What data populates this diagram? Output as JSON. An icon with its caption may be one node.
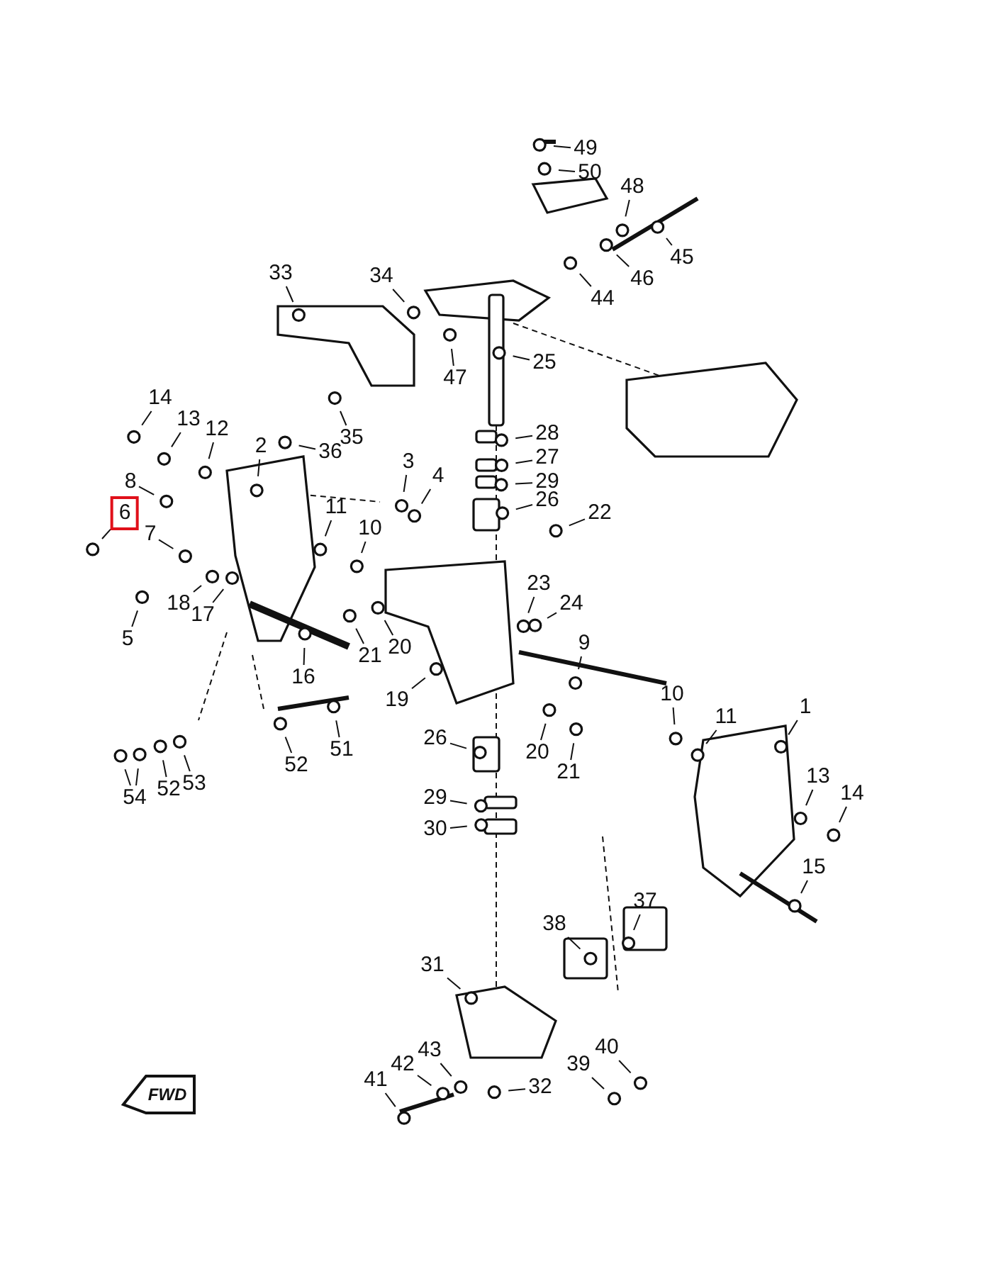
{
  "diagram": {
    "nodes": [
      {
        "text": [
          "49"
        ]
      },
      {
        "text": [
          "50"
        ]
      },
      {
        "text": [
          "48"
        ]
      },
      {
        "text": [
          "45"
        ]
      },
      {
        "text": [
          "46"
        ]
      },
      {
        "text": [
          "44"
        ]
      },
      {
        "text": [
          "33"
        ]
      },
      {
        "text": [
          "34"
        ]
      },
      {
        "text": [
          "25"
        ]
      },
      {
        "text": [
          "47"
        ]
      },
      {
        "text": [
          "14"
        ]
      },
      {
        "text": [
          "13"
        ]
      },
      {
        "text": [
          "12"
        ]
      },
      {
        "text": [
          "35"
        ]
      },
      {
        "text": [
          "36"
        ]
      },
      {
        "text": [
          "28"
        ]
      },
      {
        "text": [
          "27"
        ]
      },
      {
        "text": [
          "29"
        ]
      },
      {
        "text": [
          "26"
        ]
      },
      {
        "text": [
          "2"
        ]
      },
      {
        "text": [
          "3"
        ]
      },
      {
        "text": [
          "4"
        ]
      },
      {
        "text": [
          "8"
        ]
      },
      {
        "text": [
          "6"
        ]
      },
      {
        "text": [
          "7"
        ]
      },
      {
        "text": [
          "11"
        ]
      },
      {
        "text": [
          "22"
        ]
      },
      {
        "text": [
          "10"
        ]
      },
      {
        "text": [
          "18"
        ]
      },
      {
        "text": [
          "17"
        ]
      },
      {
        "text": [
          "5"
        ]
      },
      {
        "text": [
          "23"
        ]
      },
      {
        "text": [
          "24"
        ]
      },
      {
        "text": [
          "9"
        ]
      },
      {
        "text": [
          "16"
        ]
      },
      {
        "text": [
          "21"
        ]
      },
      {
        "text": [
          "20"
        ]
      },
      {
        "text": [
          "19"
        ]
      },
      {
        "text": [
          "10"
        ]
      },
      {
        "text": [
          "11"
        ]
      },
      {
        "text": [
          "1"
        ]
      },
      {
        "text": [
          "51"
        ]
      },
      {
        "text": [
          "26"
        ]
      },
      {
        "text": [
          "20"
        ]
      },
      {
        "text": [
          "21"
        ]
      },
      {
        "text": [
          "13"
        ]
      },
      {
        "text": [
          "14"
        ]
      },
      {
        "text": [
          "52"
        ]
      },
      {
        "text": [
          "54"
        ]
      },
      {
        "text": [
          "52"
        ]
      },
      {
        "text": [
          "53"
        ]
      },
      {
        "text": [
          "29"
        ]
      },
      {
        "text": [
          "30"
        ]
      },
      {
        "text": [
          "15"
        ]
      },
      {
        "text": [
          "37"
        ]
      },
      {
        "text": [
          "38"
        ]
      },
      {
        "text": [
          "31"
        ]
      },
      {
        "text": [
          "43"
        ]
      },
      {
        "text": [
          "42"
        ]
      },
      {
        "text": [
          "40"
        ]
      },
      {
        "text": [
          "39"
        ]
      },
      {
        "text": [
          "41"
        ]
      },
      {
        "text": [
          "32"
        ]
      }
    ],
    "edges": [
      {
        "from": 0,
        "to": null,
        "arrow": "none"
      },
      {
        "from": 1,
        "to": null,
        "arrow": "none"
      },
      {
        "from": 2,
        "to": null,
        "arrow": "none"
      },
      {
        "from": 3,
        "to": null,
        "arrow": "none"
      },
      {
        "from": 4,
        "to": null,
        "arrow": "none"
      },
      {
        "from": 5,
        "to": null,
        "arrow": "none"
      },
      {
        "from": 6,
        "to": null,
        "arrow": "none"
      },
      {
        "from": 7,
        "to": null,
        "arrow": "none"
      },
      {
        "from": 8,
        "to": null,
        "arrow": "none"
      },
      {
        "from": 9,
        "to": null,
        "arrow": "none"
      },
      {
        "from": 10,
        "to": null,
        "arrow": "none"
      },
      {
        "from": 11,
        "to": null,
        "arrow": "none"
      },
      {
        "from": 12,
        "to": null,
        "arrow": "none"
      },
      {
        "from": 13,
        "to": null,
        "arrow": "none"
      },
      {
        "from": 14,
        "to": null,
        "arrow": "none"
      },
      {
        "from": 15,
        "to": null,
        "arrow": "none"
      },
      {
        "from": 16,
        "to": null,
        "arrow": "none"
      },
      {
        "from": 17,
        "to": null,
        "arrow": "none"
      },
      {
        "from": 18,
        "to": null,
        "arrow": "none"
      },
      {
        "from": 19,
        "to": null,
        "arrow": "none"
      },
      {
        "from": 20,
        "to": null,
        "arrow": "none"
      },
      {
        "from": 21,
        "to": null,
        "arrow": "none"
      },
      {
        "from": 22,
        "to": null,
        "arrow": "none"
      },
      {
        "from": 23,
        "to": null,
        "arrow": "none"
      },
      {
        "from": 24,
        "to": null,
        "arrow": "none"
      },
      {
        "from": 25,
        "to": null,
        "arrow": "none"
      },
      {
        "from": 26,
        "to": null,
        "arrow": "none"
      },
      {
        "from": 27,
        "to": null,
        "arrow": "none"
      },
      {
        "from": 28,
        "to": null,
        "arrow": "none"
      },
      {
        "from": 29,
        "to": null,
        "arrow": "none"
      },
      {
        "from": 30,
        "to": null,
        "arrow": "none"
      },
      {
        "from": 31,
        "to": null,
        "arrow": "none"
      },
      {
        "from": 32,
        "to": null,
        "arrow": "none"
      },
      {
        "from": 33,
        "to": null,
        "arrow": "none"
      },
      {
        "from": 34,
        "to": null,
        "arrow": "none"
      },
      {
        "from": 35,
        "to": null,
        "arrow": "none"
      },
      {
        "from": 36,
        "to": null,
        "arrow": "none"
      },
      {
        "from": 37,
        "to": null,
        "arrow": "none"
      },
      {
        "from": 38,
        "to": null,
        "arrow": "none"
      },
      {
        "from": 39,
        "to": null,
        "arrow": "none"
      },
      {
        "from": 40,
        "to": null,
        "arrow": "none"
      },
      {
        "from": 41,
        "to": null,
        "arrow": "none"
      },
      {
        "from": 42,
        "to": null,
        "arrow": "none"
      },
      {
        "from": 43,
        "to": null,
        "arrow": "none"
      },
      {
        "from": 44,
        "to": null,
        "arrow": "none"
      },
      {
        "from": 45,
        "to": null,
        "arrow": "none"
      },
      {
        "from": 46,
        "to": null,
        "arrow": "none"
      },
      {
        "from": 47,
        "to": null,
        "arrow": "none"
      },
      {
        "from": 48,
        "to": null,
        "arrow": "none"
      },
      {
        "from": 48,
        "to": null,
        "arrow": "none"
      },
      {
        "from": 49,
        "to": null,
        "arrow": "none"
      },
      {
        "from": 50,
        "to": null,
        "arrow": "none"
      },
      {
        "from": 51,
        "to": null,
        "arrow": "none"
      },
      {
        "from": 52,
        "to": null,
        "arrow": "none"
      },
      {
        "from": 53,
        "to": null,
        "arrow": "none"
      },
      {
        "from": 54,
        "to": null,
        "arrow": "none"
      },
      {
        "from": 55,
        "to": null,
        "arrow": "none"
      },
      {
        "from": 56,
        "to": null,
        "arrow": "none"
      },
      {
        "from": 57,
        "to": null,
        "arrow": "none"
      },
      {
        "from": 58,
        "to": null,
        "arrow": "none"
      },
      {
        "from": 59,
        "to": null,
        "arrow": "none"
      },
      {
        "from": 60,
        "to": null,
        "arrow": "none"
      },
      {
        "from": 61,
        "to": null,
        "arrow": "none"
      },
      {
        "from": 62,
        "to": null,
        "arrow": "none"
      }
    ],
    "labels": [
      "FWD"
    ]
  }
}
